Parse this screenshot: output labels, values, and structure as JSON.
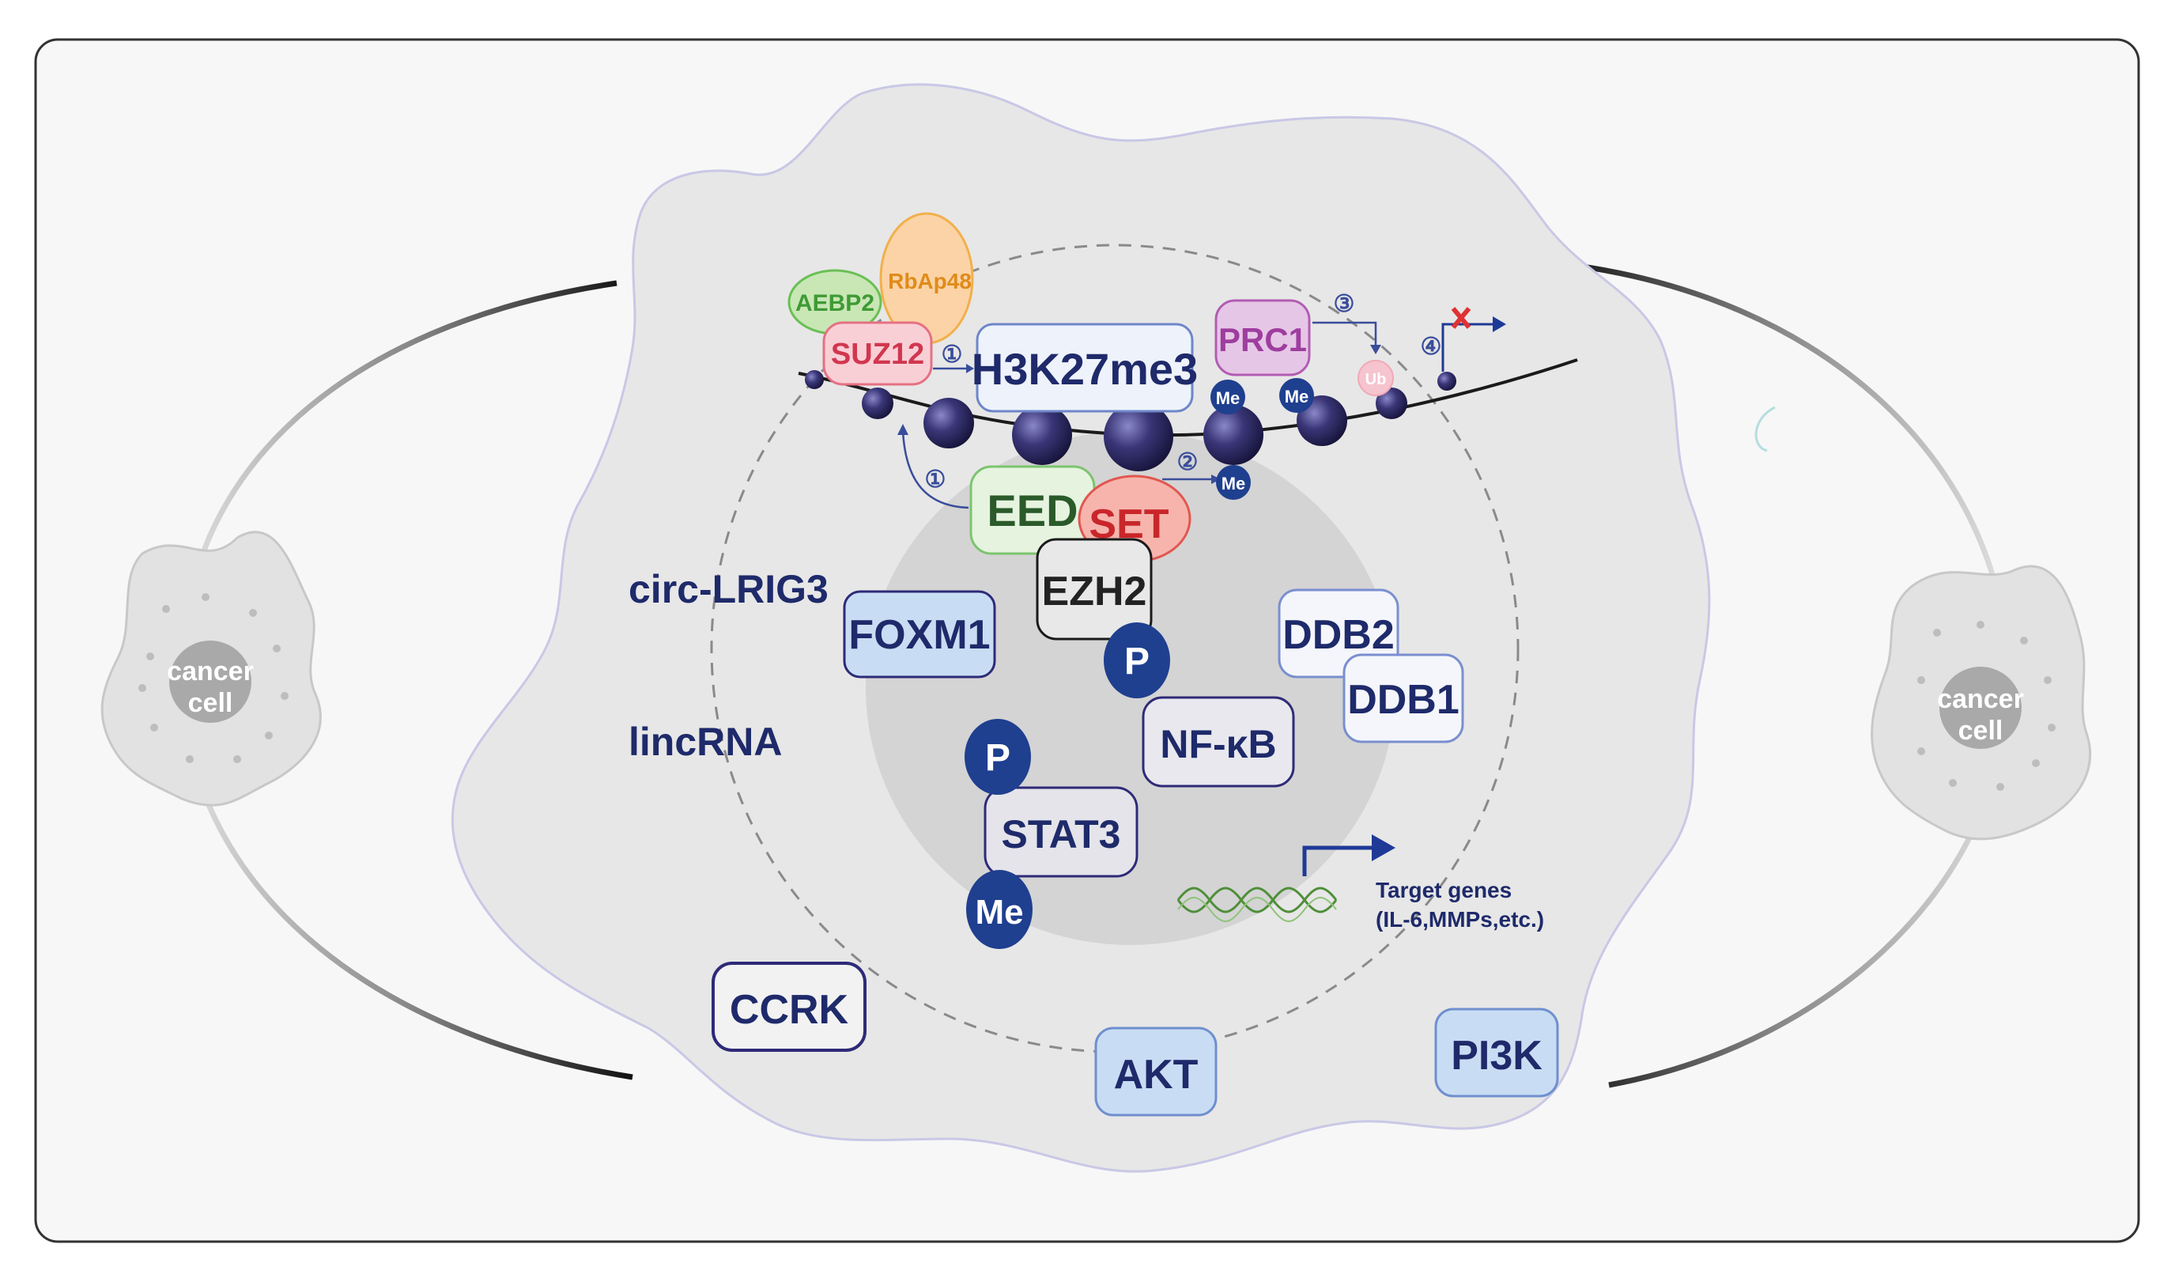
{
  "labels": {
    "circ_lrig3": "circ-LRIG3",
    "lincrna": "lincRNA",
    "cancer_cell_left_1": "cancer",
    "cancer_cell_left_2": "cell",
    "cancer_cell_right_1": "cancer",
    "cancer_cell_right_2": "cell",
    "target_genes_1": "Target genes",
    "target_genes_2": "(IL-6,MMPs,etc.)"
  },
  "proteins": {
    "aebp2": "AEBP2",
    "rbap48": "RbAp48",
    "suz12": "SUZ12",
    "h3k27me3": "H3K27me3",
    "prc1": "PRC1",
    "eed": "EED",
    "set": "SET",
    "ezh2": "EZH2",
    "foxm1": "FOXM1",
    "ddb2": "DDB2",
    "ddb1": "DDB1",
    "nfkb": "NF-κB",
    "stat3": "STAT3",
    "ccrk": "CCRK",
    "akt": "AKT",
    "pi3k": "PI3K"
  },
  "modifications": {
    "phospho": "P",
    "methyl": "Me",
    "methyl_small": "Me",
    "ubiquitin": "Ub"
  },
  "steps": {
    "step1": "①",
    "step2": "②",
    "step3": "③",
    "step4": "④"
  },
  "colors": {
    "navy": "#1e2a6a",
    "cell_fill": "#e8e8e8",
    "nucleus_fill": "#d6d6d6",
    "nucleosome": "#2b2860",
    "me_fill": "#1f3f8f",
    "box_blue_fill": "#c8ddf3",
    "box_white_fill": "#f2f2f2"
  }
}
